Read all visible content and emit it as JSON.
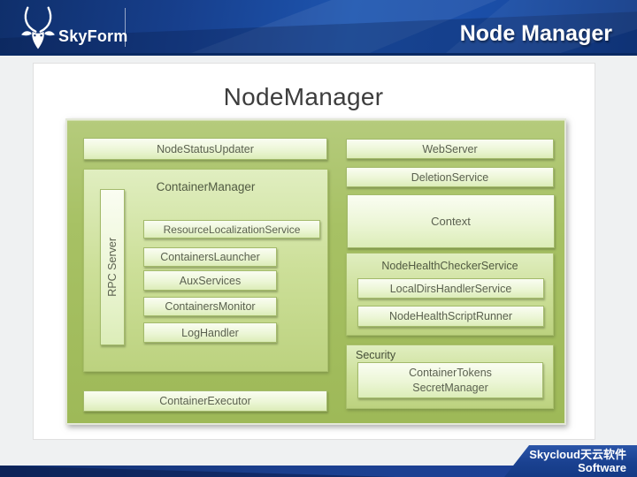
{
  "header": {
    "brand": "SkyForm",
    "page_title": "Node Manager"
  },
  "diagram": {
    "title": "NodeManager",
    "left": {
      "node_status_updater": "NodeStatusUpdater",
      "container_manager": "ContainerManager",
      "rpc_server": "RPC Server",
      "services": [
        "ResourceLocalizationService",
        "ContainersLauncher",
        "AuxServices",
        "ContainersMonitor",
        "LogHandler"
      ],
      "container_executor": "ContainerExecutor"
    },
    "right": {
      "web_server": "WebServer",
      "deletion_service": "DeletionService",
      "context": "Context",
      "node_health_checker": "NodeHealthCheckerService",
      "health_children": [
        "LocalDirsHandlerService",
        "NodeHealthScriptRunner"
      ],
      "security": "Security",
      "security_child_line1": "ContainerTokens",
      "security_child_line2": "SecretManager"
    }
  },
  "footer": {
    "brand_line1": "Skycloud天云软件",
    "brand_line2": "Software"
  },
  "colors": {
    "header_blue": "#1a4da6",
    "header_dark_blue": "#0f2f6b",
    "outer_green": "#a7c164",
    "mid_green": "#ccdf98",
    "leaf_green": "#ecf6d6",
    "footer_navy": "#143a85",
    "slide_title_gray": "#3d3d3d"
  }
}
